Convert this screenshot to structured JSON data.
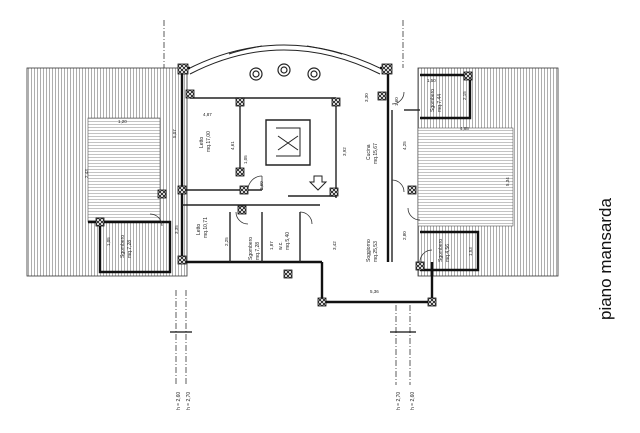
{
  "sheet_title": "piano mansarda",
  "rooms": [
    {
      "id": "letto1",
      "name": "Letto",
      "area": "mq.17,00"
    },
    {
      "id": "letto2",
      "name": "Letto",
      "area": "mq.10,71"
    },
    {
      "id": "sgombero1",
      "name": "Sgombero",
      "area": "mq.7,28"
    },
    {
      "id": "sgombero2",
      "name": "Sgombero",
      "area": "mq.7,28"
    },
    {
      "id": "wc",
      "name": "w.c.",
      "area": "mq.5,40"
    },
    {
      "id": "cucina",
      "name": "Cucina",
      "area": "mq.15,67"
    },
    {
      "id": "soggiorno",
      "name": "Soggiorno",
      "area": "mq.25,53"
    },
    {
      "id": "sgombero3",
      "name": "Sgombero",
      "area": "mq.7,44"
    },
    {
      "id": "sgombero4",
      "name": "Sgombero",
      "area": "mq.4,56"
    }
  ],
  "dimensions": {
    "d1": "1,20",
    "d2": "5,07",
    "d3": "4,87",
    "d4": "4,61",
    "d5": "1,05",
    "d6": "3,35",
    "d7": "2,25",
    "d8": "1,87",
    "d9": "2,60",
    "d10": "3,92",
    "d11": "4,25",
    "d12": "5,36",
    "d13": "3,42",
    "d14": "4,88",
    "d15": "2,80",
    "d16": "2,15",
    "d17": "1,50",
    "d18": "1,05",
    "d19": "5,34",
    "d20": "1,53",
    "d21": "2,43",
    "d22": "3,30",
    "d23": "1,60"
  },
  "heights": [
    "h = 2,60",
    "h = 2,70",
    "h = 2,70",
    "h = 2,60"
  ]
}
